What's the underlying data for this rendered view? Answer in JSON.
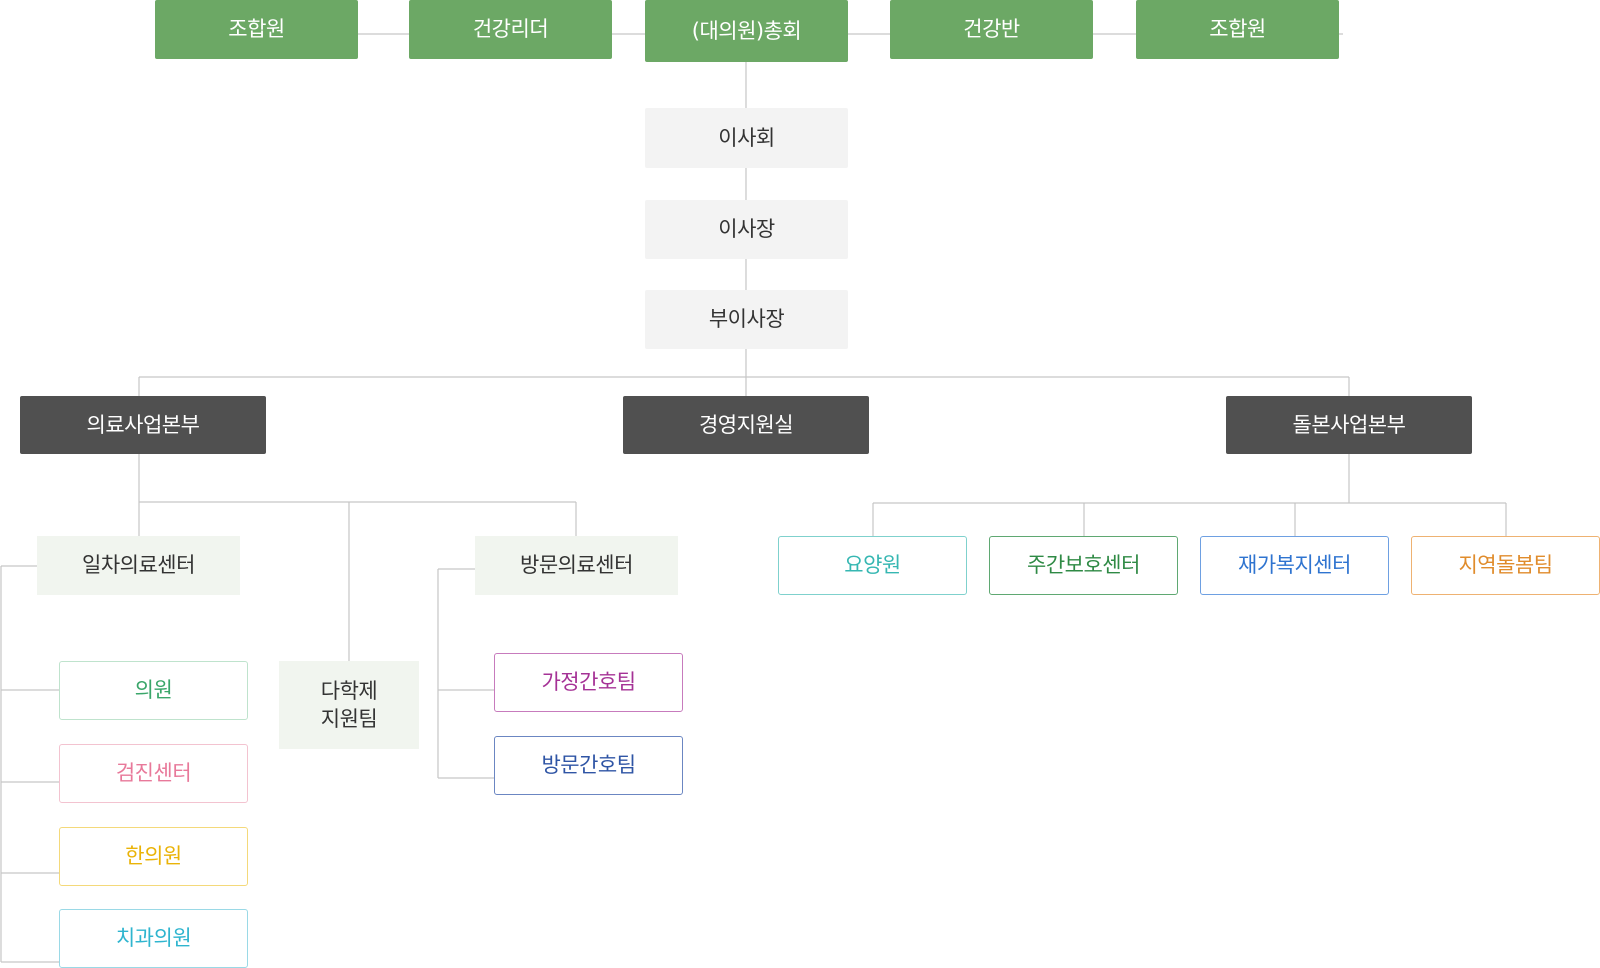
{
  "top_row": {
    "member_left": "조합원",
    "health_leader": "건강리더",
    "general_assembly": "(대의원)총회",
    "health_class": "건강반",
    "member_right": "조합원"
  },
  "executive": {
    "board": "이사회",
    "chairman": "이사장",
    "vice_chairman": "부이사장"
  },
  "divisions": {
    "medical": "의료사업본부",
    "management": "경영지원실",
    "care": "돌본사업본부"
  },
  "medical_units": {
    "primary_center": "일차의료센터",
    "multidisciplinary_line1": "다학제",
    "multidisciplinary_line2": "지원팀",
    "visiting_center": "방문의료센터"
  },
  "primary_clinics": {
    "clinic": "의원",
    "checkup": "검진센터",
    "oriental": "한의원",
    "dental": "치과의원"
  },
  "visiting_teams": {
    "home_nursing": "가정간호팀",
    "visiting_nursing": "방문간호팀"
  },
  "care_units": {
    "nursing_home": "요양원",
    "day_care": "주간보호센터",
    "home_welfare": "재가복지센터",
    "community_care": "지역돌봄팀"
  },
  "colors": {
    "green_fill": "#6ca865",
    "dark_fill": "#505050",
    "clinic": "#3aa66a",
    "checkup": "#e8799a",
    "oriental": "#eab308",
    "dental": "#2fb5cf",
    "home_nursing": "#a53296",
    "visiting_nursing": "#2f55a5",
    "nursing_home": "#36b7b2",
    "day_care": "#2f8a45",
    "home_welfare": "#2f74d0",
    "community_care": "#e08c2c"
  }
}
